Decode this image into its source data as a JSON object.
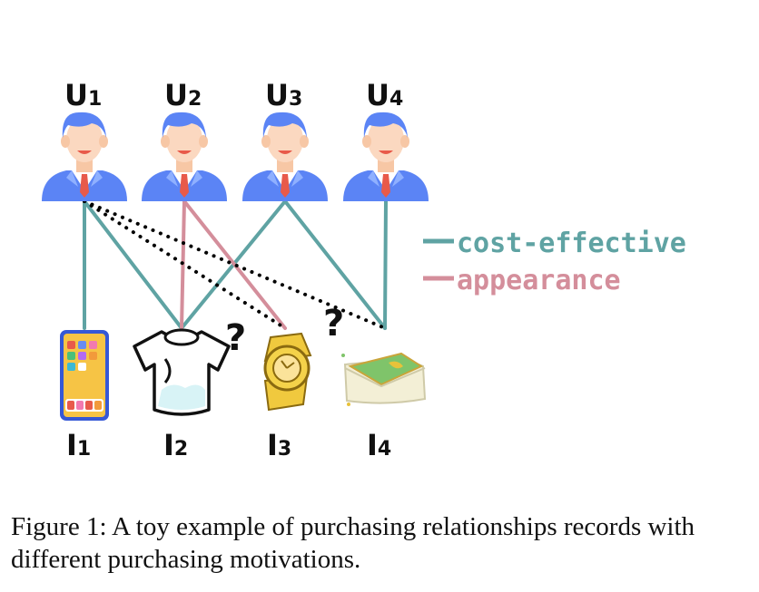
{
  "users": [
    {
      "label": "U",
      "sub": "1"
    },
    {
      "label": "U",
      "sub": "2"
    },
    {
      "label": "U",
      "sub": "3"
    },
    {
      "label": "U",
      "sub": "4"
    }
  ],
  "items": [
    {
      "label": "I",
      "sub": "1",
      "icon": "smartphone-icon"
    },
    {
      "label": "I",
      "sub": "2",
      "icon": "tshirt-icon"
    },
    {
      "label": "I",
      "sub": "3",
      "icon": "watch-icon"
    },
    {
      "label": "I",
      "sub": "4",
      "icon": "wallet-icon"
    }
  ],
  "question_marks": [
    "?",
    "?"
  ],
  "legend": [
    {
      "name": "cost-effective",
      "color": "#5fa3a3"
    },
    {
      "name": "appearance",
      "color": "#d48e9b"
    }
  ],
  "edges": [
    {
      "user": 1,
      "item": 1,
      "kind": "cost-effective"
    },
    {
      "user": 1,
      "item": 2,
      "kind": "cost-effective"
    },
    {
      "user": 3,
      "item": 2,
      "kind": "cost-effective"
    },
    {
      "user": 3,
      "item": 4,
      "kind": "cost-effective"
    },
    {
      "user": 4,
      "item": 4,
      "kind": "cost-effective"
    },
    {
      "user": 2,
      "item": 2,
      "kind": "appearance"
    },
    {
      "user": 2,
      "item": 3,
      "kind": "appearance"
    },
    {
      "user": 1,
      "item": 3,
      "kind": "unknown"
    },
    {
      "user": 1,
      "item": 4,
      "kind": "unknown"
    }
  ],
  "caption": "Figure 1: A toy example of purchasing relationships records with different purchasing motivations."
}
